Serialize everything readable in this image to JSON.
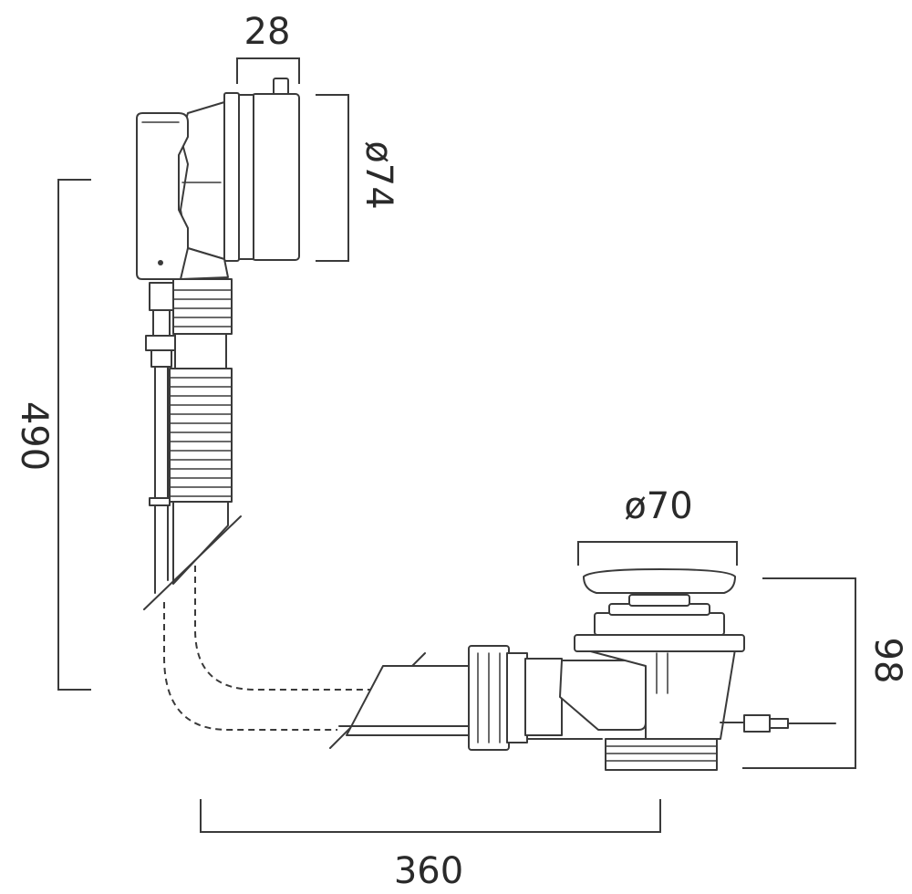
{
  "dimensions": {
    "overflow_depth": "28",
    "overflow_diameter": "ø74",
    "total_height": "490",
    "waste_diameter": "ø70",
    "waste_height": "98",
    "horizontal_length": "360"
  },
  "colors": {
    "line": "#3a3a3a",
    "background": "#ffffff"
  }
}
